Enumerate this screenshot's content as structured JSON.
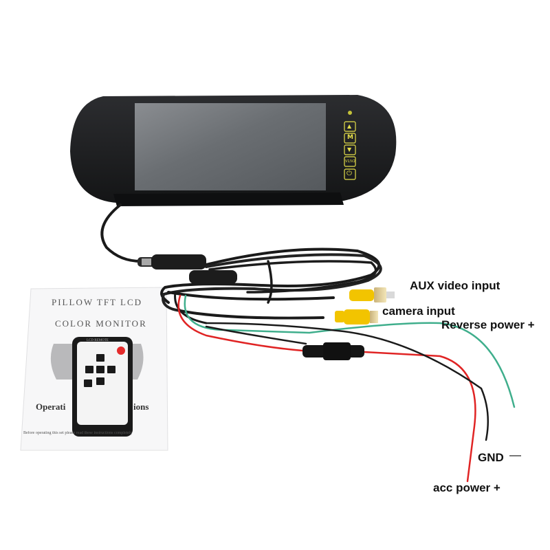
{
  "labels": {
    "aux_video": "AUX video input",
    "camera": "camera input",
    "reverse_power": "Reverse power +",
    "gnd": "GND",
    "gnd_symbol": "—",
    "acc_power": "acc power +"
  },
  "manual": {
    "title_line1": "PILLOW  TFT  LCD",
    "title_line2": "COLOR  MONITOR",
    "heading": "Operati",
    "heading_tail": "ions",
    "footer": "Before operating this set please read these instructions completely"
  },
  "remote": {
    "brand": "LCD REMOTE"
  },
  "monitor_buttons": [
    {
      "name": "up",
      "glyph": "▲"
    },
    {
      "name": "menu",
      "glyph": "M"
    },
    {
      "name": "down",
      "glyph": "▼"
    },
    {
      "name": "source",
      "glyph": "V1/V2"
    },
    {
      "name": "power",
      "glyph": "⏻"
    }
  ],
  "colors": {
    "button_glow": "#e6e04a",
    "wire_red": "#e02424",
    "wire_green": "#3fae8c",
    "wire_black": "#1a1a1a",
    "rca_yellow": "#f2c400",
    "monitor_body": "#1b1c1e"
  }
}
